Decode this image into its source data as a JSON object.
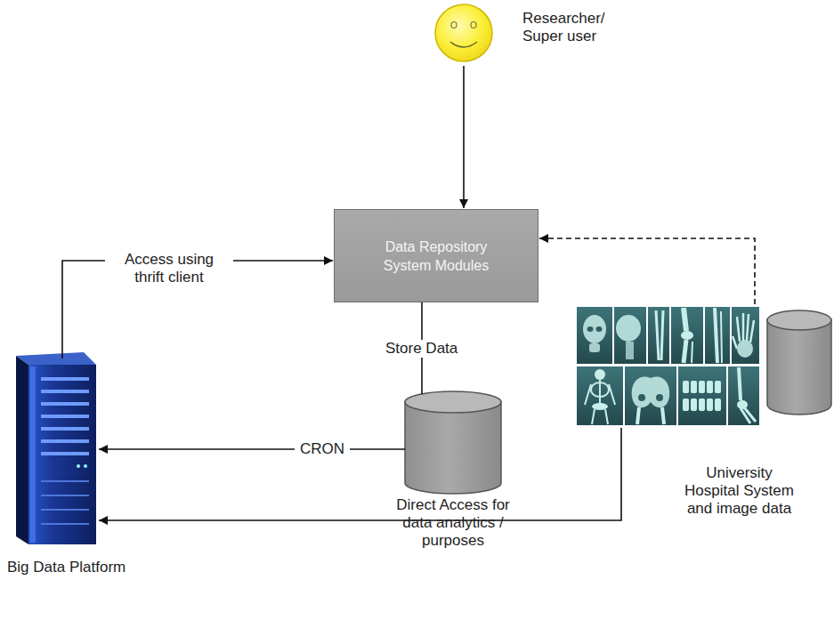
{
  "diagram": {
    "nodes": [
      {
        "text": [
          "Researcher/ Super user"
        ]
      },
      {
        "text": [
          "Data Repository System Modules"
        ]
      },
      {
        "text": [
          "Direct Access for data analytics / purposes"
        ]
      },
      {
        "text": [
          "Big Data Platform"
        ]
      },
      {
        "text": [
          "University Hospital System and image data"
        ]
      }
    ],
    "edges": [
      {
        "from": 0,
        "to": 1,
        "arrow": "to"
      },
      {
        "from": 3,
        "to": 1,
        "label": "Access using thrift client",
        "arrow": "to"
      },
      {
        "from": 4,
        "to": 1,
        "arrow": "to"
      },
      {
        "from": 1,
        "to": 2,
        "label": "Store Data",
        "arrow": "none"
      },
      {
        "from": 2,
        "to": 3,
        "label": "CRON",
        "arrow": "to"
      },
      {
        "from": 4,
        "to": 3,
        "arrow": "to"
      }
    ]
  }
}
